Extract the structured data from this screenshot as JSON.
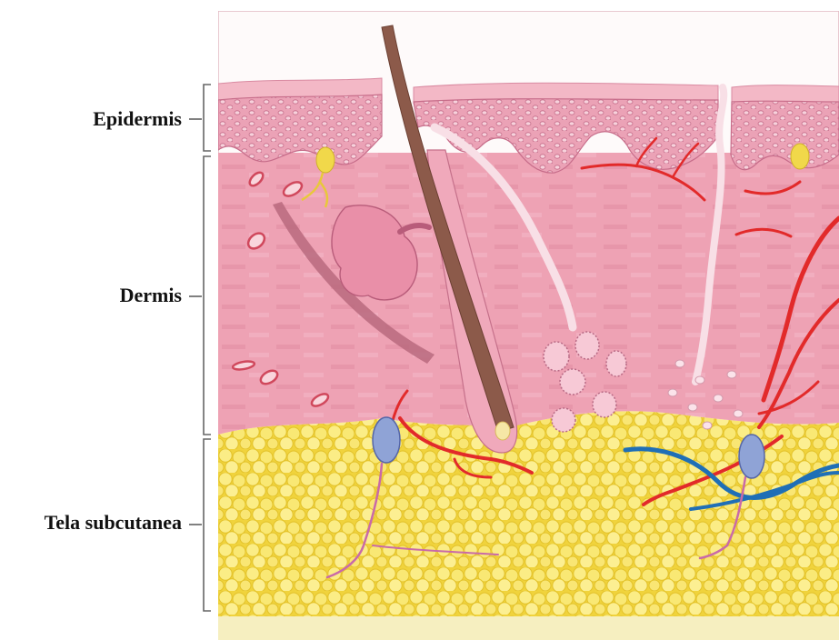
{
  "labels": {
    "epidermis": "Epidermis",
    "dermis": "Dermis",
    "subcutis": "Tela subcutanea"
  },
  "colors": {
    "epidermis_pink": "#e9a0b4",
    "dermis_pink": "#eea6b8",
    "fat_yellow": "#f6e45a",
    "hair_brown": "#8c5a4a",
    "artery_red": "#e22a2a",
    "vein_blue": "#1f6fb6",
    "corpuscle_blue": "#8fa3d6",
    "gland_yellow": "#f1d84a"
  },
  "icons": [
    "hair-shaft",
    "sebaceous-gland",
    "sweat-gland",
    "blood-vessel",
    "pacinian-corpuscle",
    "fat-cells"
  ]
}
